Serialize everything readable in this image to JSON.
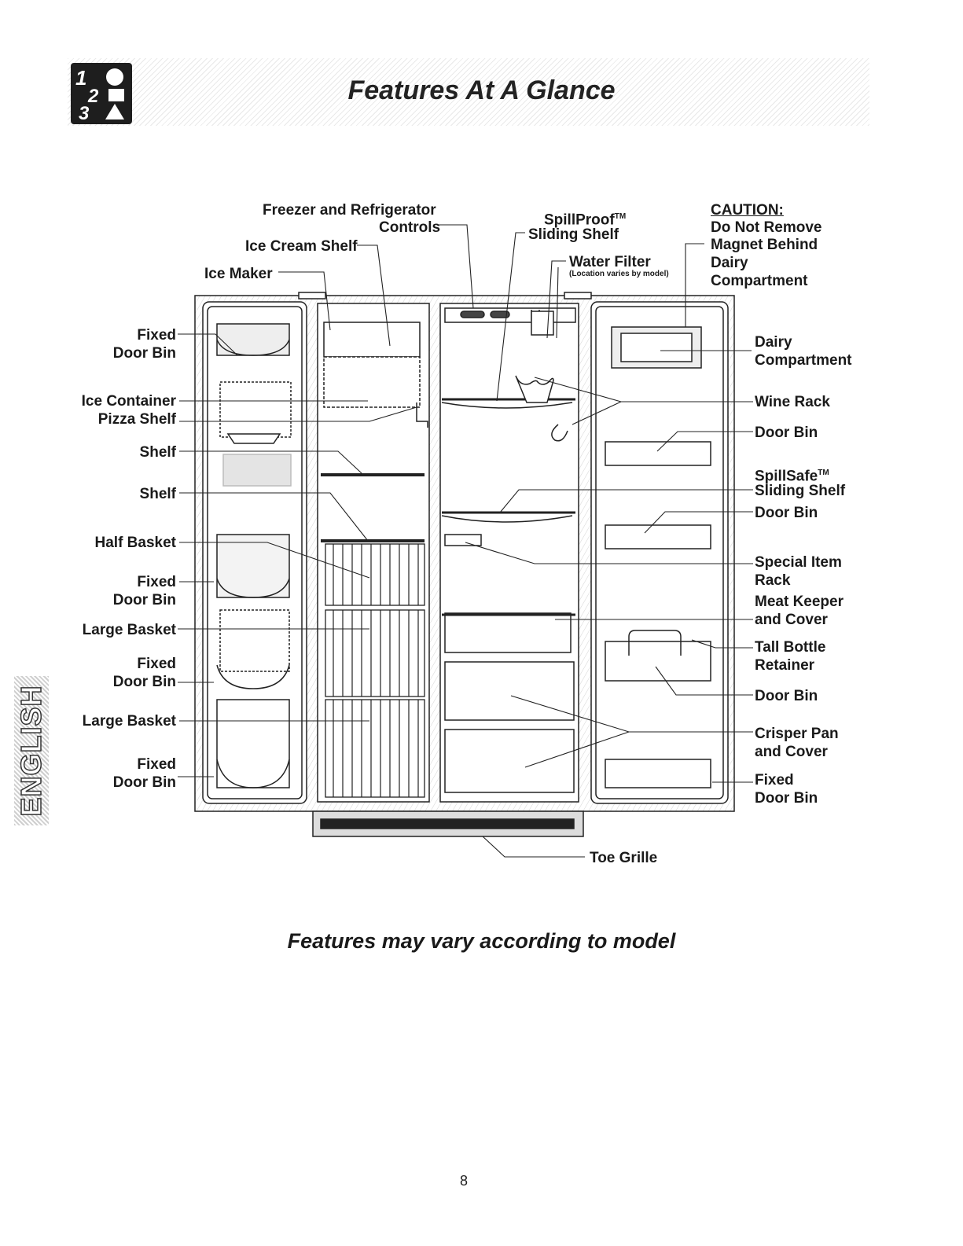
{
  "header": {
    "title": "Features At A Glance"
  },
  "side_tab": {
    "label": "ENGLISH"
  },
  "steps_icon": {
    "numbers": [
      "1",
      "2",
      "3"
    ]
  },
  "labels": {
    "freezer_controls": "Freezer and Refrigerator",
    "freezer_controls_2": "Controls",
    "ice_cream_shelf": "Ice Cream Shelf",
    "ice_maker": "Ice Maker",
    "spillproof": "SpillProof",
    "spillproof_tm": "TM",
    "sliding_shelf_top": "Sliding Shelf",
    "water_filter": "Water Filter",
    "water_filter_note": "(Location varies by model)",
    "caution_title": "CAUTION:",
    "caution_line1": "Do Not Remove",
    "caution_line2": "Magnet Behind",
    "caution_line3": "Dairy",
    "caution_line4": "Compartment",
    "fixed_door_bin_1a": "Fixed",
    "fixed_door_bin_1b": "Door Bin",
    "ice_container": "Ice Container",
    "pizza_shelf": "Pizza Shelf",
    "shelf_1": "Shelf",
    "shelf_2": "Shelf",
    "half_basket": "Half Basket",
    "fixed_door_bin_2a": "Fixed",
    "fixed_door_bin_2b": "Door Bin",
    "large_basket_1": "Large Basket",
    "fixed_door_bin_3a": "Fixed",
    "fixed_door_bin_3b": "Door Bin",
    "large_basket_2": "Large Basket",
    "fixed_door_bin_4a": "Fixed",
    "fixed_door_bin_4b": "Door Bin",
    "dairy_a": "Dairy",
    "dairy_b": "Compartment",
    "wine_rack": "Wine Rack",
    "door_bin_1": "Door Bin",
    "spillsafe": "SpillSafe",
    "spillsafe_tm": "TM",
    "sliding_shelf_right": "Sliding Shelf",
    "door_bin_2": "Door Bin",
    "special_item_a": "Special Item",
    "special_item_b": "Rack",
    "meat_keeper_a": "Meat Keeper",
    "meat_keeper_b": "and Cover",
    "tall_bottle_a": "Tall Bottle",
    "tall_bottle_b": "Retainer",
    "door_bin_3": "Door Bin",
    "crisper_a": "Crisper Pan",
    "crisper_b": "and Cover",
    "fixed_door_bin_5a": "Fixed",
    "fixed_door_bin_5b": "Door Bin",
    "toe_grille": "Toe Grille"
  },
  "footer": {
    "note": "Features may vary according to model",
    "page_number": "8"
  }
}
